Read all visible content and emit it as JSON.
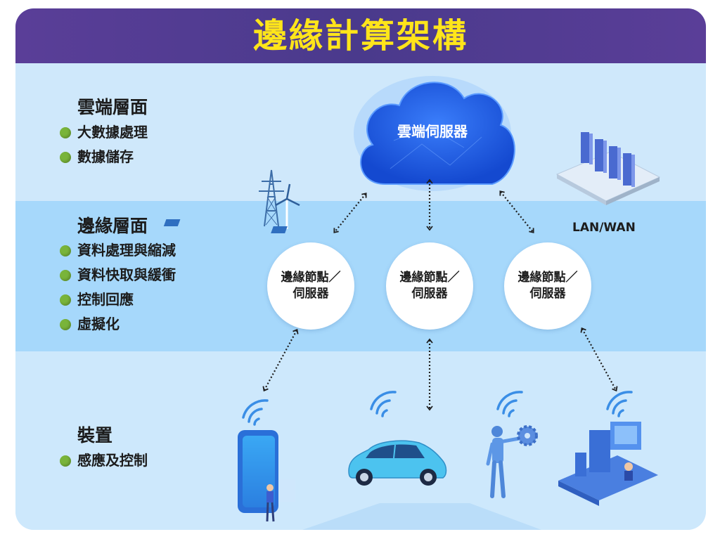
{
  "title": "邊緣計算架構",
  "layers": {
    "cloud": {
      "title": "雲端層面",
      "items": [
        "大數據處理",
        "數據儲存"
      ]
    },
    "edge": {
      "title": "邊緣層面",
      "items": [
        "資料處理與縮減",
        "資料快取與緩衝",
        "控制回應",
        "虛擬化"
      ]
    },
    "device": {
      "title": "裝置",
      "items": [
        "感應及控制"
      ]
    }
  },
  "cloud_server": "雲端伺服器",
  "network_label": "LAN/WAN",
  "edge_nodes": [
    {
      "line1": "邊緣節點／",
      "line2": "伺服器"
    },
    {
      "line1": "邊緣節點／",
      "line2": "伺服器"
    },
    {
      "line1": "邊緣節點／",
      "line2": "伺服器"
    }
  ],
  "icons": {
    "cloud": "cloud-server-icon",
    "power": "power-tower-wind-turbine-icon",
    "servers": "server-rack-icon",
    "devices": [
      "tablet-person-icon",
      "car-icon",
      "robot-gear-icon",
      "factory-machine-icon"
    ],
    "wireless": "wifi-signal-icon"
  },
  "colors": {
    "title_bg": "#4f3d93",
    "title_text": "#ffe51a",
    "bullet": "#79b43a",
    "cloud": "#1e5ee8"
  }
}
